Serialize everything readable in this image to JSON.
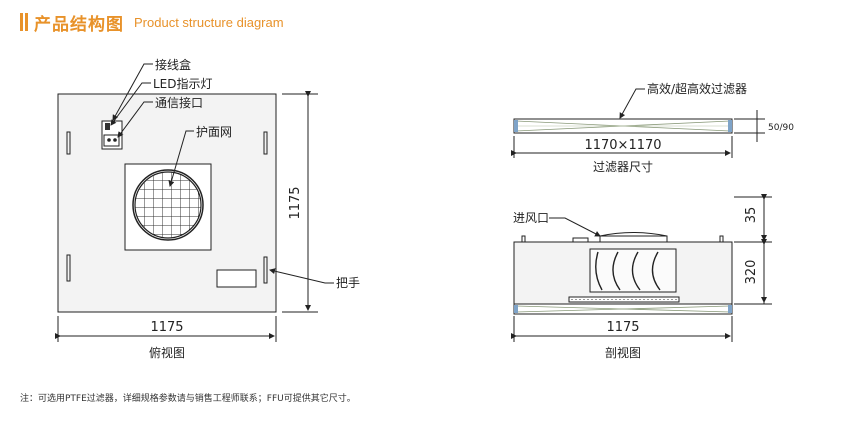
{
  "header": {
    "title_cn": "产品结构图",
    "title_en": "Product structure diagram",
    "accent_color": "#e8922a"
  },
  "top_view": {
    "labels": {
      "junction_box": "接线盒",
      "led_indicator": "LED指示灯",
      "comm_port": "通信接口",
      "guard_mesh": "护面网",
      "handle": "把手"
    },
    "dim_width": "1175",
    "dim_height": "1175",
    "caption": "俯视图"
  },
  "side_view": {
    "filter_label": "高效/超高效过滤器",
    "thickness": "50/90",
    "filter_size": "1170×1170",
    "filter_caption": "过滤器尺寸",
    "inlet_label": "进风口",
    "dim_top": "35",
    "dim_height": "320",
    "dim_width": "1175",
    "caption": "剖视图"
  },
  "footnote": "注：可选用PTFE过滤器，详细规格参数请与销售工程师联系；FFU可提供其它尺寸。"
}
